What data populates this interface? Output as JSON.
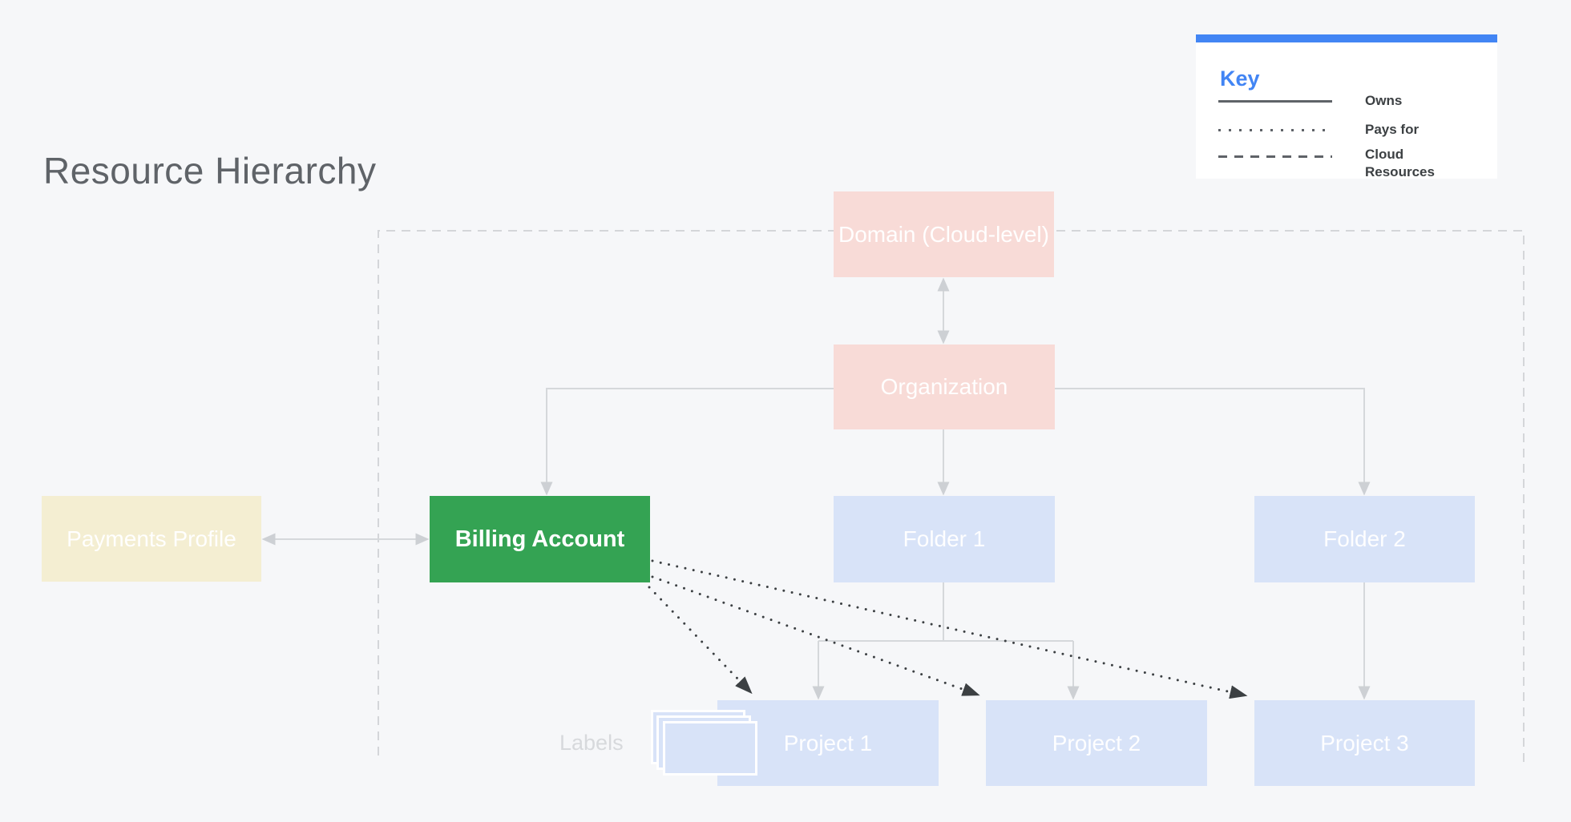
{
  "title": "Resource Hierarchy",
  "legend": {
    "heading": "Key",
    "items": [
      {
        "line_style": "solid",
        "label": "Owns"
      },
      {
        "line_style": "dotted",
        "label": "Pays for"
      },
      {
        "line_style": "dashed",
        "label": "Cloud Resources"
      }
    ]
  },
  "nodes": {
    "domain": {
      "label": "Domain (Cloud-level)"
    },
    "organization": {
      "label": "Organization"
    },
    "payments_profile": {
      "label": "Payments Profile"
    },
    "billing_account": {
      "label": "Billing Account"
    },
    "folder1": {
      "label": "Folder 1"
    },
    "folder2": {
      "label": "Folder 2"
    },
    "project1": {
      "label": "Project 1"
    },
    "project2": {
      "label": "Project 2"
    },
    "project3": {
      "label": "Project 3"
    }
  },
  "annotations": {
    "labels_caption": "Labels"
  },
  "colors": {
    "accent_blue": "#4285f4",
    "billing_green": "#34a353",
    "domain_pink": "#f8dbd7",
    "folder_blue": "#d8e3f8",
    "payments_cream": "#f4eed2",
    "title_gray": "#5f6368",
    "connector_gray": "#d5d8db",
    "pays_for_black": "#3c4043",
    "background": "#f6f7f9"
  }
}
